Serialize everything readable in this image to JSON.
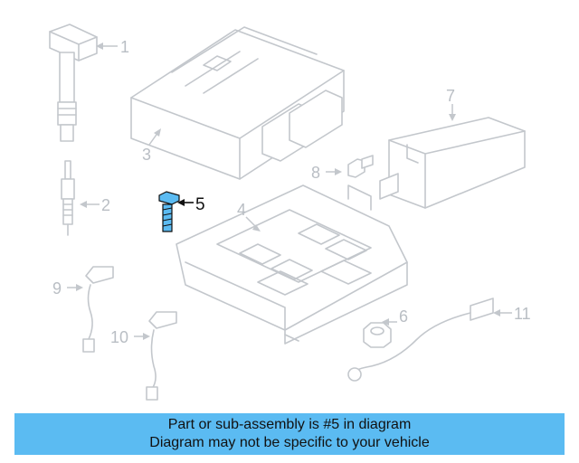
{
  "callouts": {
    "c1": "1",
    "c2": "2",
    "c3": "3",
    "c4": "4",
    "c5": "5",
    "c6": "6",
    "c7": "7",
    "c8": "8",
    "c9": "9",
    "c10": "10",
    "c11": "11"
  },
  "highlighted_part": "5",
  "banner": {
    "line1": "Part or sub-assembly is #5 in diagram",
    "line2": "Diagram may not be specific to your vehicle"
  },
  "colors": {
    "highlight": "#5bbbf2",
    "banner_bg": "#5bbbf2",
    "part_line": "#c3c7cc"
  }
}
